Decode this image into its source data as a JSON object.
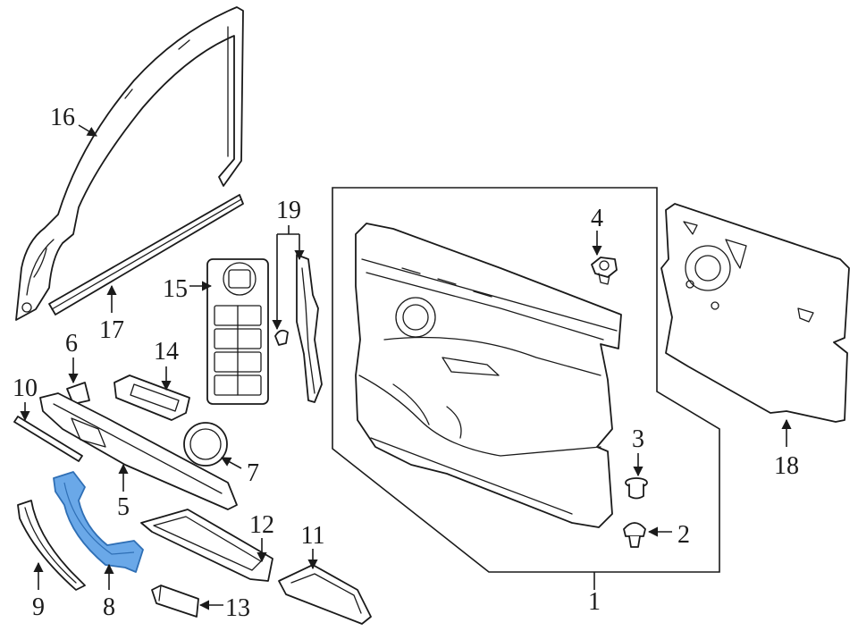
{
  "callouts": [
    "1",
    "2",
    "3",
    "4",
    "5",
    "6",
    "7",
    "8",
    "9",
    "10",
    "11",
    "12",
    "13",
    "14",
    "15",
    "16",
    "17",
    "18",
    "19"
  ],
  "colors": {
    "stroke": "#1a1a1a",
    "highlight_fill": "#6aa8e8",
    "highlight_stroke": "#2f6fb5",
    "background": "#ffffff"
  }
}
